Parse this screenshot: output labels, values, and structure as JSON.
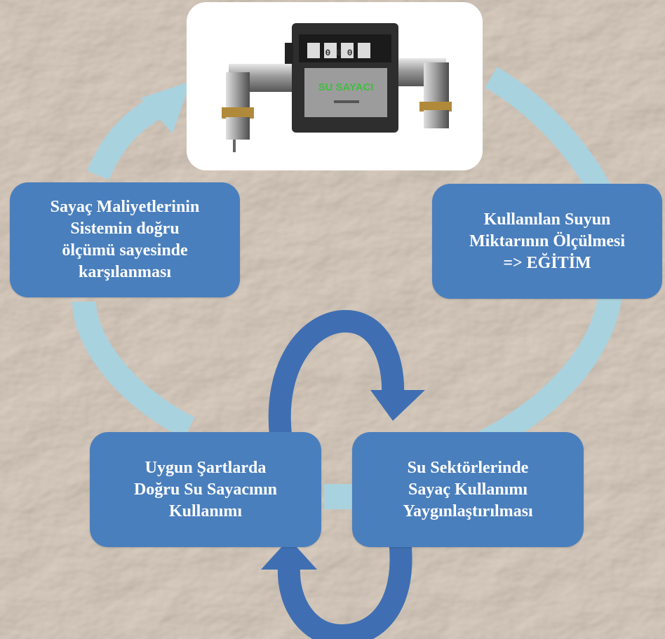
{
  "diagram": {
    "top_image": {
      "label": "SU SAYACI",
      "counter_digits": "0 0 0"
    },
    "nodes": {
      "left_top": [
        "Sayaç Maliyetlerinin",
        "Sistemin doğru",
        "ölçümü sayesinde",
        "karşılanması"
      ],
      "right_top": [
        "Kullanılan Suyun",
        "Miktarının Ölçülmesi",
        "=> EĞİTİM"
      ],
      "bottom_left": [
        "Uygun Şartlarda",
        "Doğru Su Sayacının",
        "Kullanımı"
      ],
      "bottom_right": [
        "Su Sektörlerinde",
        "Sayaç Kullanımı",
        "Yaygınlaştırılması"
      ]
    },
    "colors": {
      "box_fill": "#4a7fbd",
      "cycle_ring": "#a9d2df",
      "loop_arrow": "#3f6fb2",
      "background": "#e3d9cf"
    }
  }
}
